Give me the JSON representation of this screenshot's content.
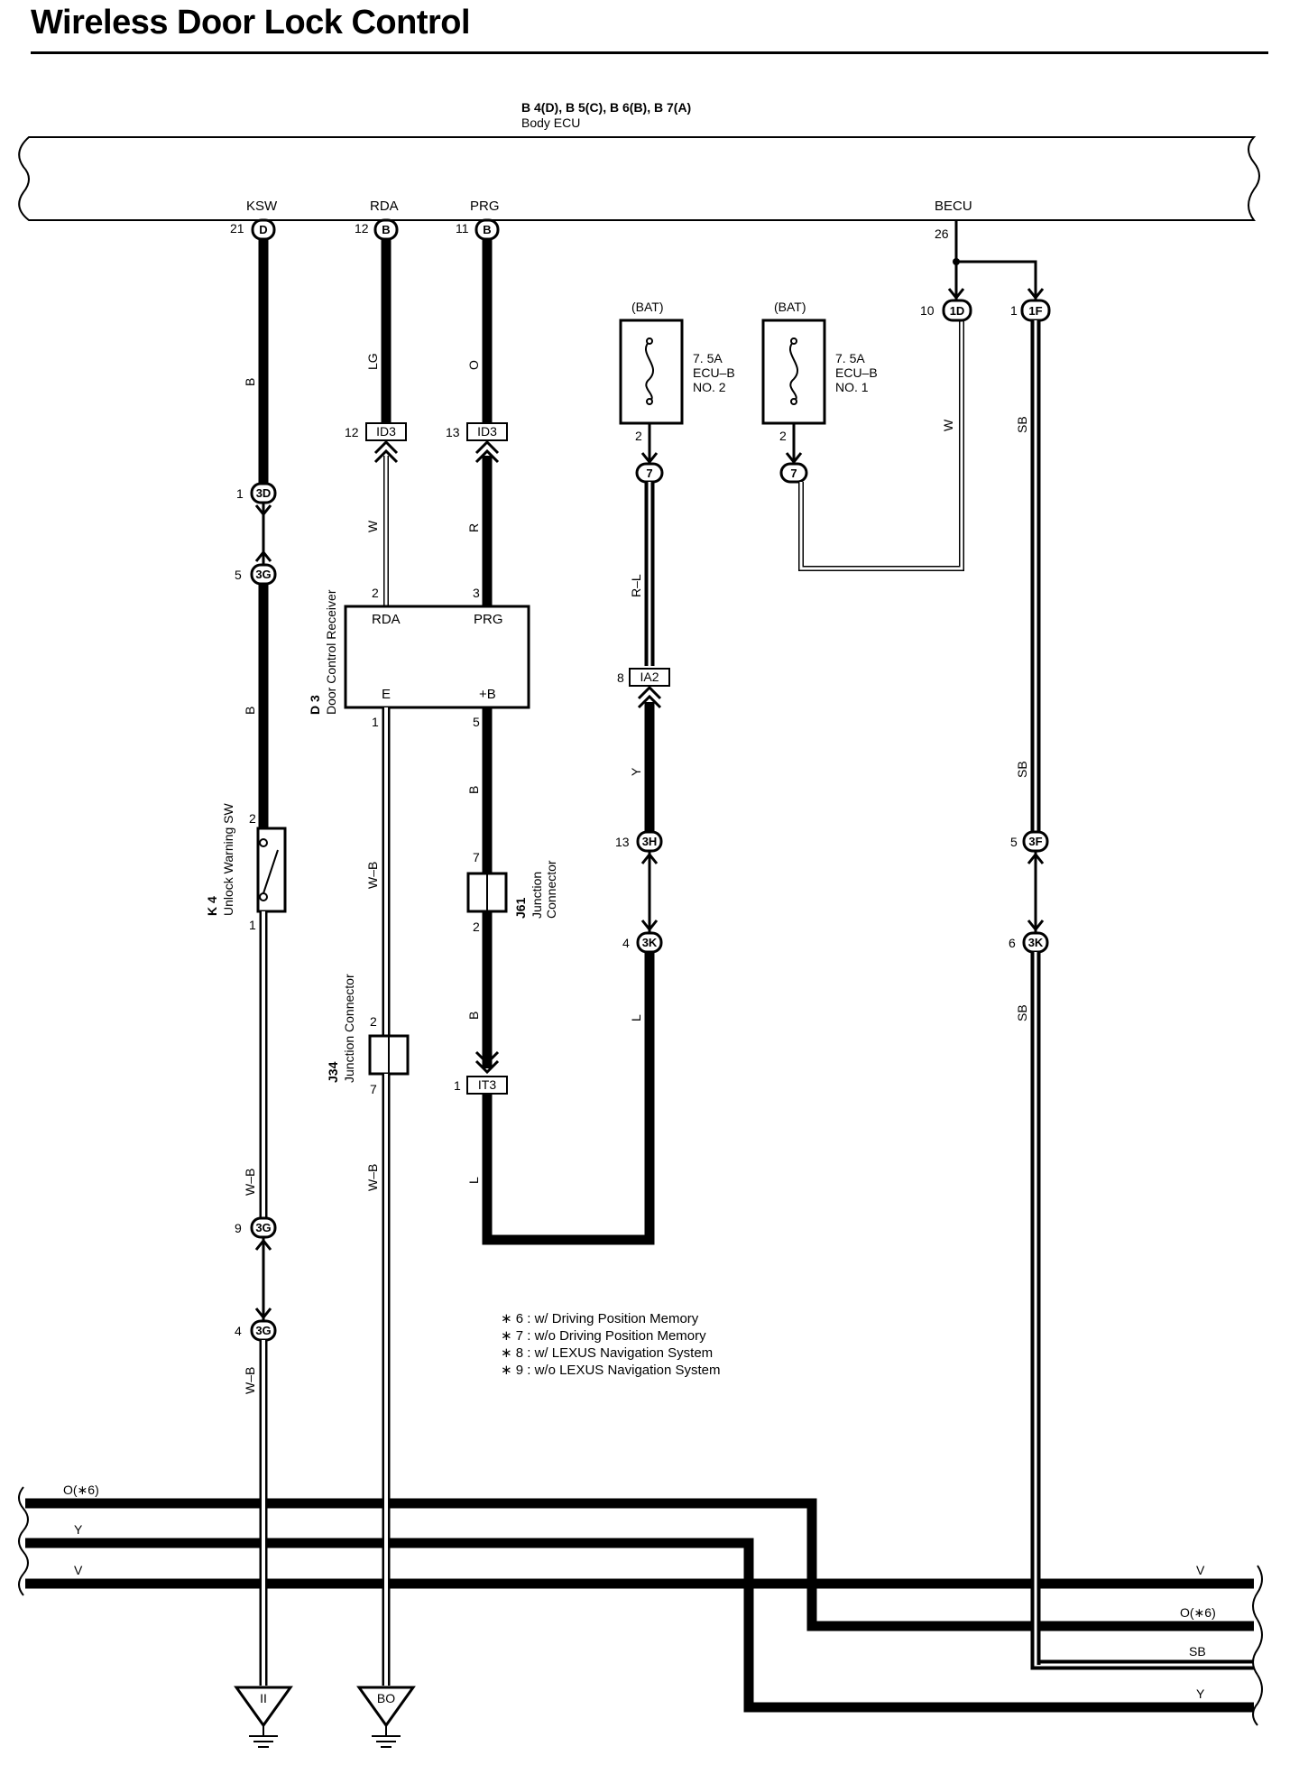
{
  "title": "Wireless Door Lock Control",
  "ecu": {
    "connectors": "B 4(D), B 5(C), B 6(B), B 7(A)",
    "name": "Body ECU"
  },
  "terminals": {
    "ksw": {
      "name": "KSW",
      "pin": "21",
      "conn": "D"
    },
    "rda": {
      "name": "RDA",
      "pin": "12",
      "conn": "B"
    },
    "prg": {
      "name": "PRG",
      "pin": "11",
      "conn": "B"
    },
    "becu": {
      "name": "BECU",
      "pin": "26"
    }
  },
  "fuses": [
    {
      "source": "(BAT)",
      "rating": "7. 5A",
      "name": "ECU–B",
      "no": "NO. 2",
      "pin": "2",
      "junction": "7"
    },
    {
      "source": "(BAT)",
      "rating": "7. 5A",
      "name": "ECU–B",
      "no": "NO. 1",
      "pin": "2",
      "junction": "7"
    }
  ],
  "connectors": {
    "c1D": {
      "pin": "10",
      "id": "1D"
    },
    "c1F": {
      "pin": "1",
      "id": "1F"
    },
    "c3D": {
      "pin": "1",
      "id": "3D"
    },
    "c3G_5": {
      "pin": "5",
      "id": "3G"
    },
    "c3G_9": {
      "pin": "9",
      "id": "3G"
    },
    "c3G_4": {
      "pin": "4",
      "id": "3G"
    },
    "id3_rda": {
      "pin": "12",
      "id": "ID3"
    },
    "id3_prg": {
      "pin": "13",
      "id": "ID3"
    },
    "ia2": {
      "pin": "8",
      "id": "IA2"
    },
    "c3H": {
      "pin": "13",
      "id": "3H"
    },
    "c3K_4": {
      "pin": "4",
      "id": "3K"
    },
    "c3F": {
      "pin": "5",
      "id": "3F"
    },
    "c3K_6": {
      "pin": "6",
      "id": "3K"
    },
    "it3": {
      "pin": "1",
      "id": "IT3"
    }
  },
  "wires": {
    "ksw_top": "B",
    "ksw_mid": "B",
    "ksw_bot1": "W–B",
    "ksw_bot2": "W–B",
    "rda_top": "LG",
    "rda_mid": "W",
    "rda_bot1": "W–B",
    "rda_bot2": "W–B",
    "prg_top": "O",
    "prg_mid": "R",
    "prg_bot1": "B",
    "prg_bot2": "B",
    "prg_bot3": "L",
    "fuse2_top": "R–L",
    "fuse2_mid": "Y",
    "fuse2_bot": "L",
    "w_1d": "W",
    "sb_top": "SB",
    "sb_mid": "SB",
    "sb_bot": "SB"
  },
  "receiver": {
    "code": "D 3",
    "name": "Door Control Receiver",
    "rda": "RDA",
    "prg": "PRG",
    "e": "E",
    "b": "+B",
    "pin_rda": "2",
    "pin_prg": "3",
    "pin_e": "1",
    "pin_b": "5"
  },
  "switch_k4": {
    "code": "K 4",
    "name": "Unlock Warning SW",
    "pin_top": "2",
    "pin_bot": "1"
  },
  "j61": {
    "code": "J61",
    "name1": "Junction",
    "name2": "Connector",
    "pin_top": "7",
    "pin_bot": "2"
  },
  "j34": {
    "code": "J34",
    "name": "Junction Connector",
    "pin_top": "2",
    "pin_bot": "7"
  },
  "notes": [
    "∗ 6 : w/ Driving Position Memory",
    "∗ 7 : w/o Driving Position Memory",
    "∗ 8 : w/ LEXUS Navigation System",
    "∗ 9 : w/o LEXUS Navigation System"
  ],
  "bus_left": [
    "O(∗6)",
    "Y",
    "V"
  ],
  "bus_right": [
    "V",
    "O(∗6)",
    "SB",
    "Y"
  ],
  "grounds": [
    "II",
    "BO"
  ]
}
